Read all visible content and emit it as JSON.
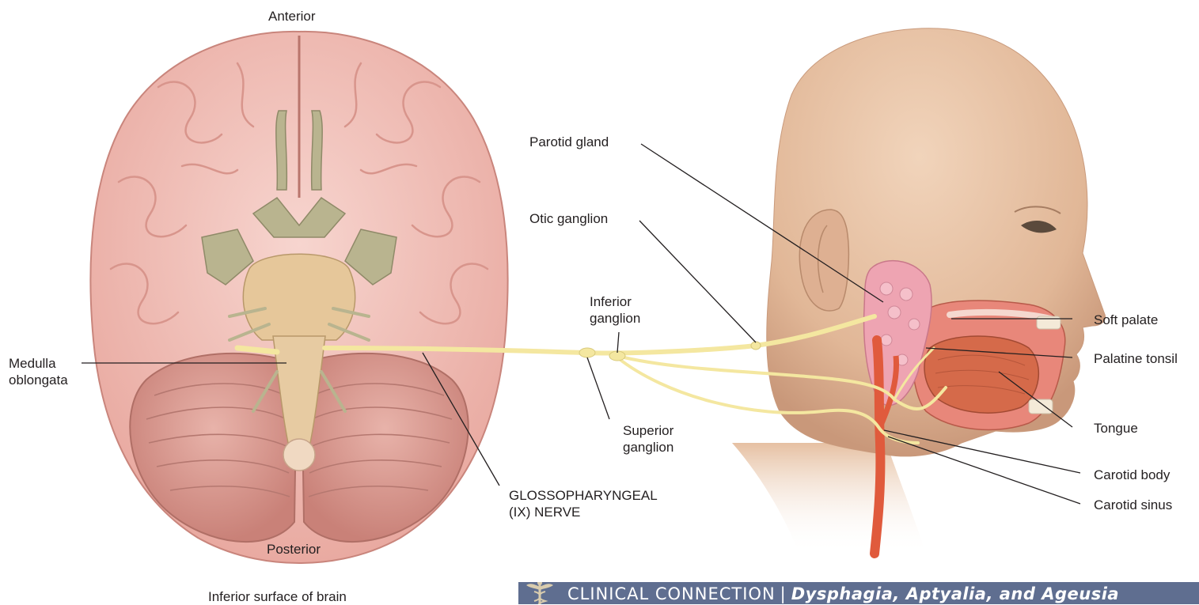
{
  "labels": {
    "anterior": "Anterior",
    "posterior": "Posterior",
    "medulla_oblongata": "Medulla\noblongata",
    "inferior_surface": "Inferior surface of brain",
    "parotid_gland": "Parotid gland",
    "otic_ganglion": "Otic ganglion",
    "inferior_ganglion": "Inferior\nganglion",
    "superior_ganglion": "Superior\nganglion",
    "glossopharyngeal_nerve": "GLOSSOPHARYNGEAL\n(IX) NERVE",
    "soft_palate": "Soft palate",
    "palatine_tonsil": "Palatine tonsil",
    "tongue": "Tongue",
    "carotid_body": "Carotid body",
    "carotid_sinus": "Carotid sinus"
  },
  "banner": {
    "title": "CLINICAL CONNECTION",
    "separator": "|",
    "topic": "Dysphagia, Aptyalia, and Ageusia",
    "icon": "caduceus-icon"
  },
  "colors": {
    "brain": "#f2c4bd",
    "cerebellum": "#dea097",
    "brainstem": "#e8c99e",
    "cranial_nerves": "#bdb892",
    "nerve": "#f4e7a0",
    "skin": "#ecc6a6",
    "artery": "#e0573b",
    "muscle": "#d76a4a",
    "parotid": "#eea6b3",
    "banner": "#5f6e90"
  }
}
